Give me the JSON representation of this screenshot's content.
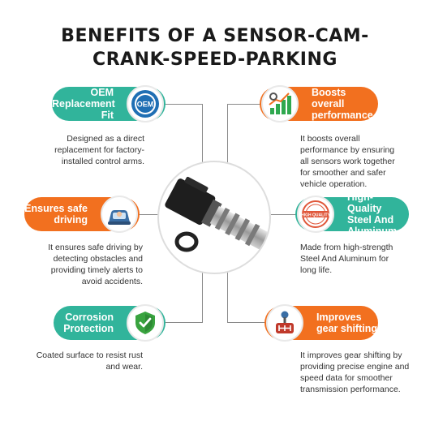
{
  "title": "BENEFITS OF A SENSOR-CAM-CRANK-SPEED-PARKING",
  "benefits": [
    {
      "label": "OEM Replacement Fit",
      "icon": "oem-badge-icon",
      "icon_text": "OEM",
      "color": "#31b49b",
      "description": "Designed as a direct replacement for factory-installed control arms."
    },
    {
      "label": "Boosts overall performance",
      "icon": "performance-chart-icon",
      "color": "#f2701f",
      "description": "It boosts overall performance by ensuring all sensors work together for smoother and safer vehicle operation."
    },
    {
      "label": "Ensures safe driving",
      "icon": "driver-car-icon",
      "color": "#f2701f",
      "description": "It ensures safe driving by detecting obstacles and providing timely alerts to avoid accidents."
    },
    {
      "label": "High-Quality Steel And Aluminum",
      "icon": "high-quality-stamp-icon",
      "icon_text": "HIGH QUALITY",
      "color": "#31b49b",
      "description": "Made from high-strength Steel And Aluminum for long life."
    },
    {
      "label": "Corrosion Protection",
      "icon": "shield-check-icon",
      "color": "#31b49b",
      "description": "Coated surface to resist rust and wear."
    },
    {
      "label": "Improves gear shifting",
      "icon": "gear-shifter-icon",
      "color": "#f2701f",
      "description": "It improves gear shifting by providing precise engine and speed data for smoother transmission performance."
    }
  ],
  "colors": {
    "teal": "#31b49b",
    "orange": "#f2701f",
    "connector": "#8a8a8a"
  }
}
